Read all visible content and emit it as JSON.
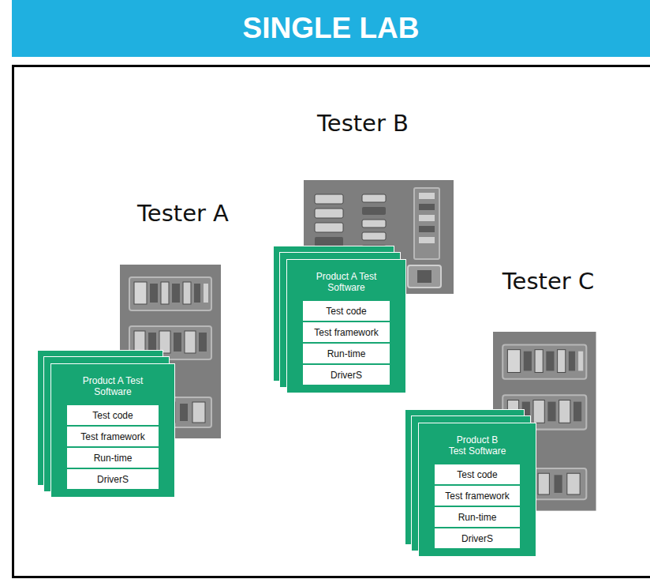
{
  "diagram": {
    "title": "SINGLE LAB",
    "nodes": [
      {
        "text": [
          "Product A Test Software"
        ]
      },
      {
        "text": [
          "Test code"
        ],
        "in": 0
      },
      {
        "text": [
          "Test framework"
        ],
        "in": 0
      },
      {
        "text": [
          "Run-time"
        ],
        "in": 0
      },
      {
        "text": [
          "DriverS"
        ],
        "in": 0
      },
      {
        "text": [
          "Product A Test Software"
        ]
      },
      {
        "text": [
          "Test code"
        ],
        "in": 5
      },
      {
        "text": [
          "Test framework"
        ],
        "in": 5
      },
      {
        "text": [
          "Run-time"
        ],
        "in": 5
      },
      {
        "text": [
          "DriverS"
        ],
        "in": 5
      },
      {
        "text": [
          "Product B Test Software"
        ]
      },
      {
        "text": [
          "Test code"
        ],
        "in": 10
      },
      {
        "text": [
          "Test framework"
        ],
        "in": 10
      },
      {
        "text": [
          "Run-time"
        ],
        "in": 10
      },
      {
        "text": [
          "DriverS"
        ],
        "in": 10
      }
    ],
    "labels": [
      "Tester B",
      "Tester A",
      "Tester C"
    ]
  }
}
